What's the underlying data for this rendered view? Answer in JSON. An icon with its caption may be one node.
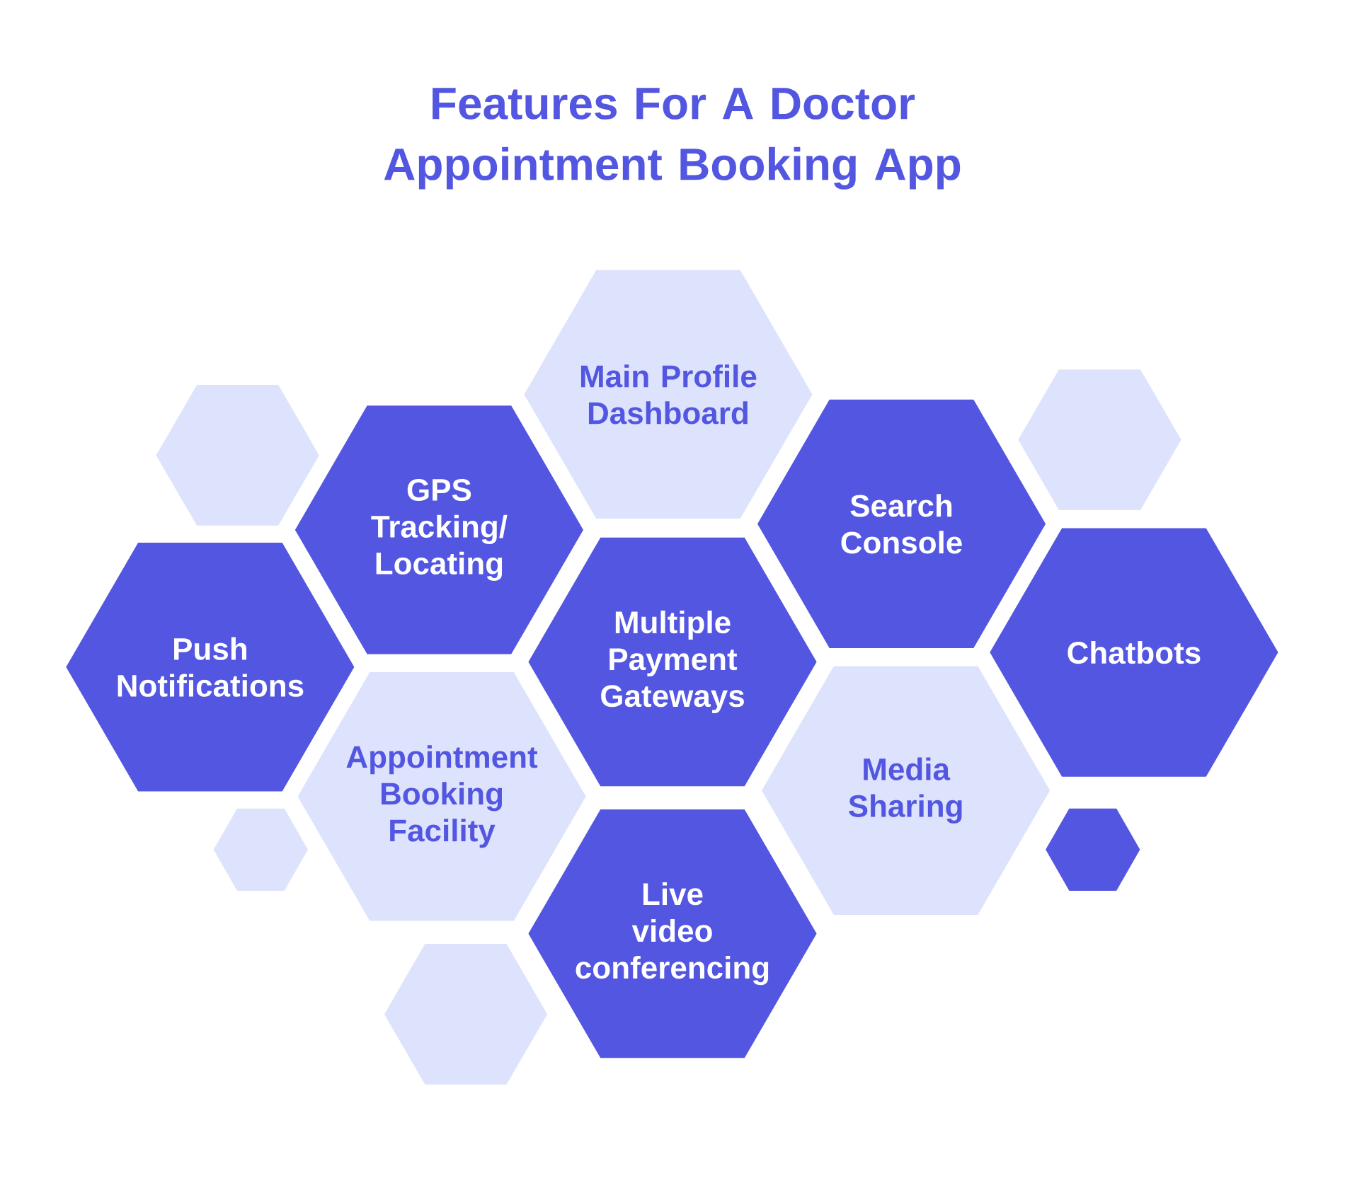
{
  "diagram": {
    "title": "Features For A Doctor Appointment Booking App",
    "nodes": [
      {
        "text": [
          "Main Profile Dashboard"
        ]
      },
      {
        "text": [],
        "shape": "hexagon"
      },
      {
        "text": [
          "GPS Tracking/ Locating"
        ]
      },
      {
        "text": [
          "Search Console"
        ]
      },
      {
        "text": [],
        "shape": "hexagon"
      },
      {
        "text": [
          "Push Notifications"
        ]
      },
      {
        "text": [
          "Multiple Payment Gateways"
        ]
      },
      {
        "text": [
          "Chatbots"
        ]
      },
      {
        "text": [
          "Appointment Booking Facility"
        ]
      },
      {
        "text": [
          "Media Sharing"
        ]
      },
      {
        "text": [],
        "shape": "hexagon"
      },
      {
        "text": [],
        "shape": "hexagon"
      },
      {
        "text": [
          "Live video conferencing"
        ]
      },
      {
        "text": [],
        "shape": "hexagon"
      }
    ]
  }
}
